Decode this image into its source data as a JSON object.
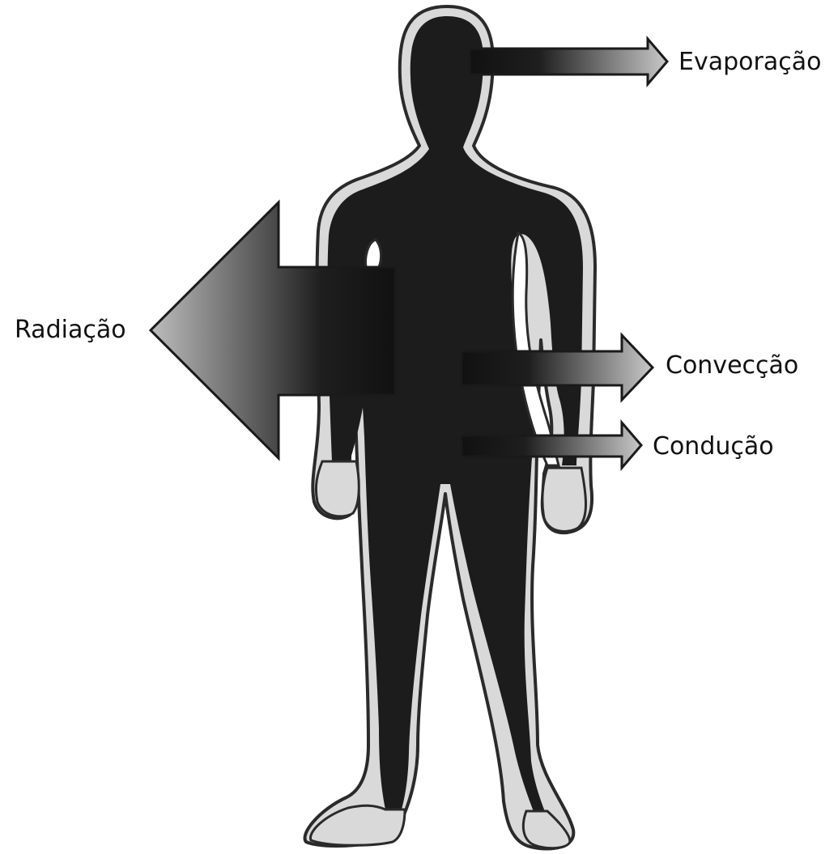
{
  "diagram": {
    "labels": {
      "evaporation": "Evaporação",
      "radiation": "Radiação",
      "convection": "Convecção",
      "conduction": "Condução"
    },
    "colors": {
      "body": "#1c1c1c",
      "skin": "#d9d9d9",
      "outline": "#2a2a2a",
      "arrow_dark": "#111111",
      "arrow_light": "#c8c8c8"
    }
  }
}
